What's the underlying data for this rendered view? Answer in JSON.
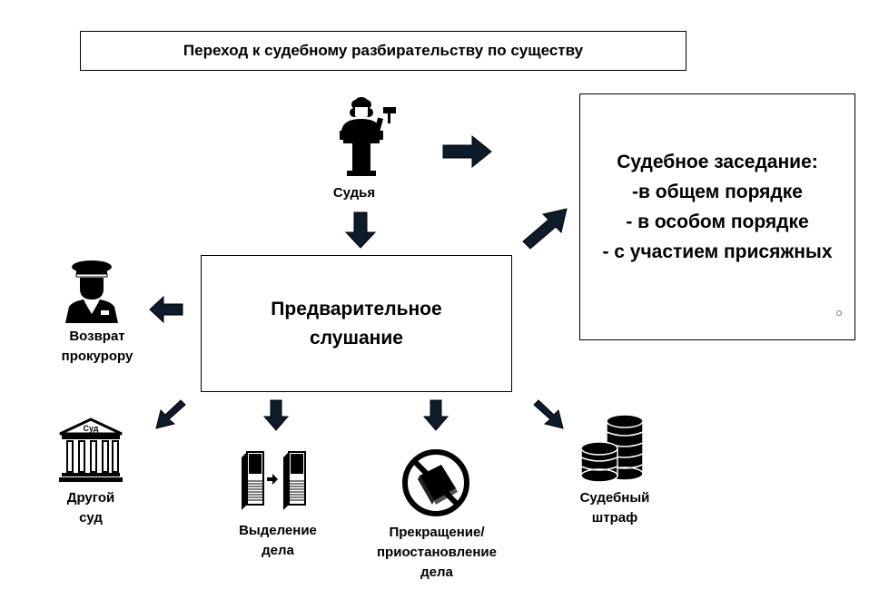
{
  "title": "Переход к судебному разбирательству по существу",
  "judge": {
    "label": "Судья",
    "icon": "judge-icon"
  },
  "preliminary_hearing": {
    "label": "Предварительное слушание"
  },
  "court_session": {
    "heading": "Судебное заседание:",
    "items": [
      "-в общем порядке",
      "- в особом порядке",
      "- с участием присяжных"
    ]
  },
  "outcomes": {
    "prosecutor": {
      "line1": "Возврат",
      "line2": "прокурору",
      "icon": "prosecutor-icon"
    },
    "other_court": {
      "line1": "Другой",
      "line2": "суд",
      "icon_text": "Суд",
      "icon": "court-building-icon"
    },
    "separation": {
      "line1": "Выделение",
      "line2": "дела",
      "icon": "case-separation-icon"
    },
    "termination": {
      "line1": "Прекращение/",
      "line2": "приостановление",
      "line3": "дела",
      "icon": "prohibited-book-icon"
    },
    "fine": {
      "line1": "Судебный",
      "line2": "штраф",
      "icon": "coins-icon"
    }
  }
}
